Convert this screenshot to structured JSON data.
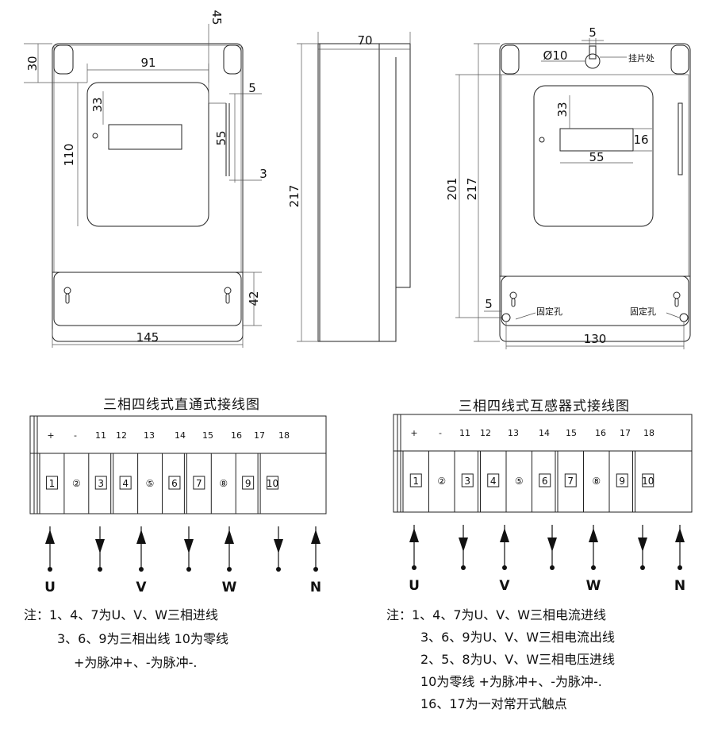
{
  "dimensions": {
    "front": {
      "height_top": "30",
      "width_window": "91",
      "depth_small": "45",
      "window_h": "33",
      "window_gap": "5",
      "side_h": "55",
      "side_w": "3",
      "height_window": "110",
      "bottom_h": "42",
      "width": "145"
    },
    "side": {
      "depth": "70",
      "height": "217"
    },
    "back": {
      "slot": "5",
      "hole": "Ø10",
      "hang_label": "挂片处",
      "window_h": "33",
      "window_small_h": "16",
      "window_w": "55",
      "height_inner": "201",
      "height": "217",
      "edge": "5",
      "fix_hole_label": "固定孔",
      "width": "130"
    }
  },
  "diagrams": [
    {
      "title": "三相四线式直通式接线图",
      "top_labels": [
        "+",
        "-",
        "11",
        "12",
        "13",
        "14",
        "15",
        "16",
        "17",
        "18"
      ],
      "terminals": [
        "1",
        "②",
        "3",
        "4",
        "⑤",
        "6",
        "7",
        "⑧",
        "9",
        "10"
      ],
      "arrows": [
        "up",
        "down",
        "up",
        "down",
        "up",
        "down",
        "up"
      ],
      "phase_labels": [
        "U",
        "V",
        "W",
        "N"
      ],
      "notes": [
        "注：1、4、7为U、V、W三相进线",
        "3、6、9为三相出线 10为零线",
        "+为脉冲+、-为脉冲-."
      ]
    },
    {
      "title": "三相四线式互感器式接线图",
      "top_labels": [
        "+",
        "-",
        "11",
        "12",
        "13",
        "14",
        "15",
        "16",
        "17",
        "18"
      ],
      "terminals": [
        "1",
        "②",
        "3",
        "4",
        "⑤",
        "6",
        "7",
        "⑧",
        "9",
        "10"
      ],
      "arrows": [
        "up",
        "down",
        "up",
        "down",
        "up",
        "down",
        "up"
      ],
      "phase_labels": [
        "U",
        "V",
        "W",
        "N"
      ],
      "notes": [
        "注：1、4、7为U、V、W三相电流进线",
        "3、6、9为U、V、W三相电流出线",
        "2、5、8为U、V、W三相电压进线",
        "10为零线      +为脉冲+、-为脉冲-.",
        "16、17为一对常开式触点"
      ]
    }
  ]
}
